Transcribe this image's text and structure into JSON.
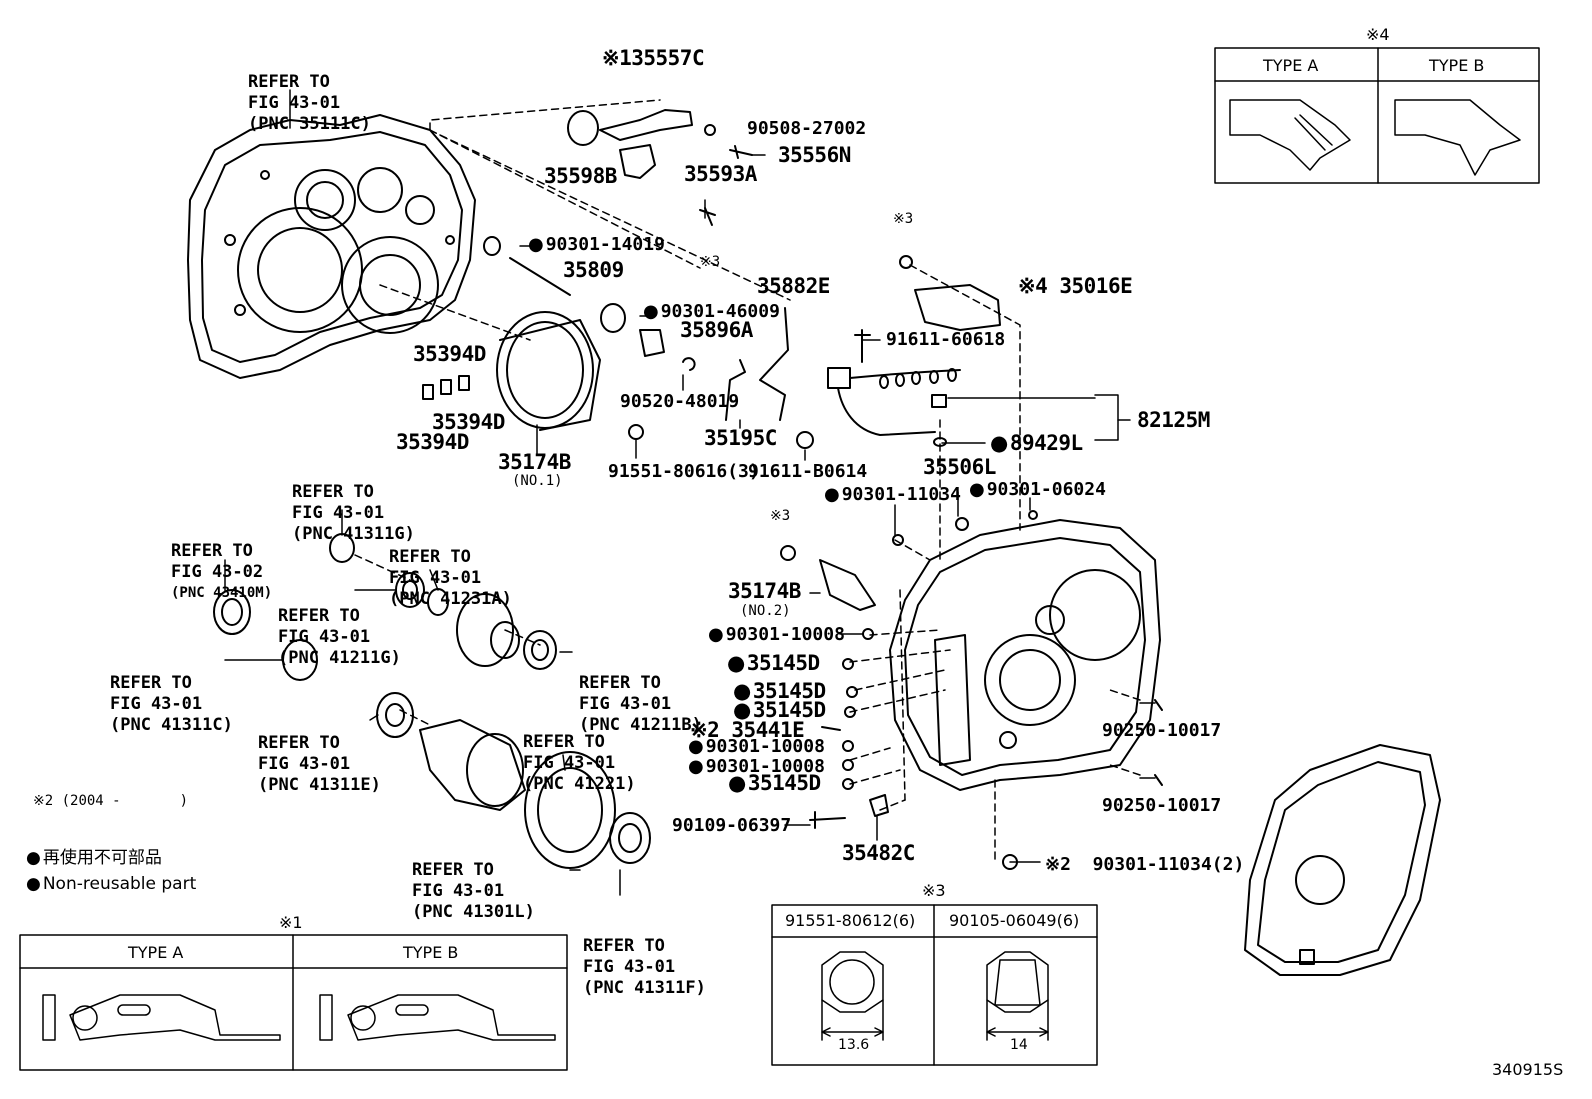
{
  "diagram_id": "340915S",
  "legend": {
    "note2": "※2 (2004 -       )",
    "jp": "再使用不可部品",
    "en": "Non-reusable part"
  },
  "refs": {
    "r1": [
      "REFER TO",
      "FIG 43-01",
      "(PNC 35111C)"
    ],
    "r2": [
      "REFER TO",
      "FIG 43-01",
      "(PNC 41311G)"
    ],
    "r3": [
      "REFER TO",
      "FIG 43-02",
      "(PNC 43410M)"
    ],
    "r4": [
      "REFER TO",
      "FIG 43-01",
      "(PNC 41231A)"
    ],
    "r5": [
      "REFER TO",
      "FIG 43-01",
      "(PNC 41211G)"
    ],
    "r6": [
      "REFER TO",
      "FIG 43-01",
      "(PNC 41311C)"
    ],
    "r7": [
      "REFER TO",
      "FIG 43-01",
      "(PNC 41211B)"
    ],
    "r8": [
      "REFER TO",
      "FIG 43-01",
      "(PNC 41311E)"
    ],
    "r9": [
      "REFER TO",
      "FIG 43-01",
      "(PNC 41221)"
    ],
    "r10": [
      "REFER TO",
      "FIG 43-01",
      "(PNC 41301L)"
    ],
    "r11": [
      "REFER TO",
      "FIG 43-01",
      "(PNC 41311F)"
    ]
  },
  "parts": {
    "p35557C": "※135557C",
    "p90508": "90508-27002",
    "p35556N": "35556N",
    "p35598B": "35598B",
    "p35593A": "35593A",
    "x3a": "※3",
    "p9030114019": "90301-14019",
    "p35809": "35809",
    "p9030146009": "90301-46009",
    "p35896A": "35896A",
    "p35882E": "35882E",
    "p9052048019": "90520-48019",
    "p35394D_a": "35394D",
    "p35394D_b": "35394D",
    "p35394D_c": "35394D",
    "p35174B_1": "35174B",
    "p35174B_1n": "(NO.1)",
    "p91551": "91551-80616(3)",
    "p35195C": "35195C",
    "p91611b": "91611-B0614",
    "x3b": "※3",
    "p35016E": "※4 35016E",
    "p9161160618": "91611-60618",
    "p82125M": "82125M",
    "p89429L": "89429L",
    "p35506L": "35506L",
    "p9030111034": "90301-11034",
    "p9030106024": "90301-06024",
    "x3c": "※3",
    "p35174B_2": "35174B",
    "p35174B_2n": "(NO.2)",
    "p9030110008a": "90301-10008",
    "p35145Da": "35145D",
    "p35145Db": "35145D",
    "p35145Dc": "35145D",
    "p35441E": "※2 35441E",
    "p9030110008b": "90301-10008",
    "p9030110008c": "90301-10008",
    "p35145Dd": "35145D",
    "p9025010017a": "90250-10017",
    "p9025010017b": "90250-10017",
    "p9010906397": "90109-06397",
    "p35482C": "35482C",
    "p90301_11034_2": "※2  90301-11034(2)"
  },
  "table1": {
    "title": "※1",
    "col_a": "TYPE A",
    "col_b": "TYPE B"
  },
  "table4": {
    "title": "※4",
    "col_a": "TYPE A",
    "col_b": "TYPE B"
  },
  "table3": {
    "title": "※3",
    "col_a": "91551-80612(6)",
    "col_b": "90105-06049(6)",
    "dim_a": "13.6",
    "dim_b": "14"
  }
}
